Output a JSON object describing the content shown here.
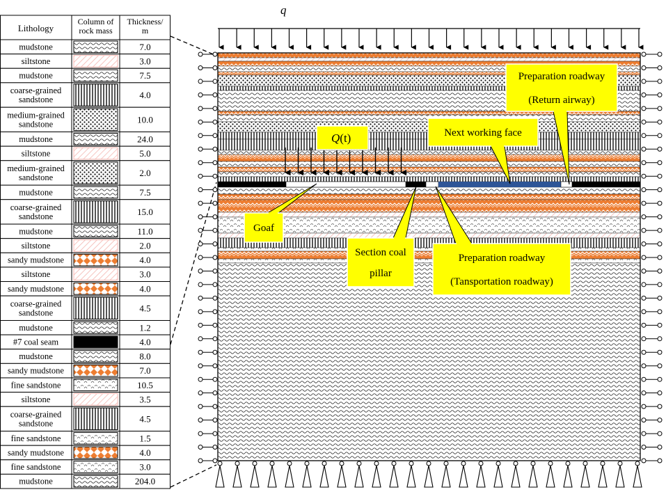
{
  "load_label_q": "q",
  "load_label_Q": "Q",
  "load_label_Q_suffix": "(t)",
  "table": {
    "headers": {
      "lithology": "Lithology",
      "column": [
        "Column of",
        "rock mass"
      ],
      "thickness": [
        "Thickness/",
        "m"
      ]
    },
    "rows": [
      {
        "name": [
          "mudstone"
        ],
        "pattern": "mudstone",
        "thickness": "7.0"
      },
      {
        "name": [
          "siltstone"
        ],
        "pattern": "siltstone",
        "thickness": "3.0"
      },
      {
        "name": [
          "mudstone"
        ],
        "pattern": "mudstone",
        "thickness": "7.5"
      },
      {
        "name": [
          "coarse-grained",
          "sandstone"
        ],
        "pattern": "coarse",
        "thickness": "4.0"
      },
      {
        "name": [
          "medium-grained",
          "sandstone"
        ],
        "pattern": "medium",
        "thickness": "10.0"
      },
      {
        "name": [
          "mudstone"
        ],
        "pattern": "mudstone",
        "thickness": "24.0"
      },
      {
        "name": [
          "siltstone"
        ],
        "pattern": "siltstone",
        "thickness": "5.0"
      },
      {
        "name": [
          "medium-grained",
          "sandstone"
        ],
        "pattern": "medium",
        "thickness": "2.0"
      },
      {
        "name": [
          "mudstone"
        ],
        "pattern": "mudstone",
        "thickness": "7.5"
      },
      {
        "name": [
          "coarse-grained",
          "sandstone"
        ],
        "pattern": "coarse",
        "thickness": "15.0"
      },
      {
        "name": [
          "mudstone"
        ],
        "pattern": "mudstone",
        "thickness": "11.0"
      },
      {
        "name": [
          "siltstone"
        ],
        "pattern": "siltstone",
        "thickness": "2.0"
      },
      {
        "name": [
          "sandy mudstone"
        ],
        "pattern": "sandy",
        "thickness": "4.0"
      },
      {
        "name": [
          "siltstone"
        ],
        "pattern": "siltstone",
        "thickness": "3.0"
      },
      {
        "name": [
          "sandy mudstone"
        ],
        "pattern": "sandy",
        "thickness": "4.0"
      },
      {
        "name": [
          "coarse-grained",
          "sandstone"
        ],
        "pattern": "coarse",
        "thickness": "4.5"
      },
      {
        "name": [
          "mudstone"
        ],
        "pattern": "mudstone",
        "thickness": "1.2"
      },
      {
        "name": [
          "#7 coal seam"
        ],
        "pattern": "coal",
        "thickness": "4.0"
      },
      {
        "name": [
          "mudstone"
        ],
        "pattern": "mudstone",
        "thickness": "8.0"
      },
      {
        "name": [
          "sandy mudstone"
        ],
        "pattern": "sandy",
        "thickness": "7.0"
      },
      {
        "name": [
          "fine sandstone"
        ],
        "pattern": "fine",
        "thickness": "10.5"
      },
      {
        "name": [
          "siltstone"
        ],
        "pattern": "siltstone",
        "thickness": "3.5"
      },
      {
        "name": [
          "coarse-grained",
          "sandstone"
        ],
        "pattern": "coarse",
        "thickness": "4.5"
      },
      {
        "name": [
          "fine sandstone"
        ],
        "pattern": "fine",
        "thickness": "1.5"
      },
      {
        "name": [
          "sandy mudstone"
        ],
        "pattern": "sandy",
        "thickness": "4.0"
      },
      {
        "name": [
          "fine sandstone"
        ],
        "pattern": "fine",
        "thickness": "3.0"
      },
      {
        "name": [
          "mudstone"
        ],
        "pattern": "mudstone",
        "thickness": "204.0"
      }
    ]
  },
  "callouts": [
    {
      "key": "prep_return",
      "lines": [
        "Preparation roadway",
        "(Return airway)"
      ]
    },
    {
      "key": "next_face",
      "lines": [
        "Next working face"
      ]
    },
    {
      "key": "goaf",
      "lines": [
        "Goaf"
      ]
    },
    {
      "key": "pillar",
      "lines": [
        "Section coal",
        "pillar"
      ]
    },
    {
      "key": "prep_transport",
      "lines": [
        "Preparation roadway",
        "(Tansportation roadway)"
      ]
    }
  ],
  "colors": {
    "callout_fill": "#ffff00",
    "orange": "#ed7d31",
    "pink": "#f4b6b0",
    "coal": "#000000",
    "face": "#2e5597",
    "line": "#000000"
  }
}
